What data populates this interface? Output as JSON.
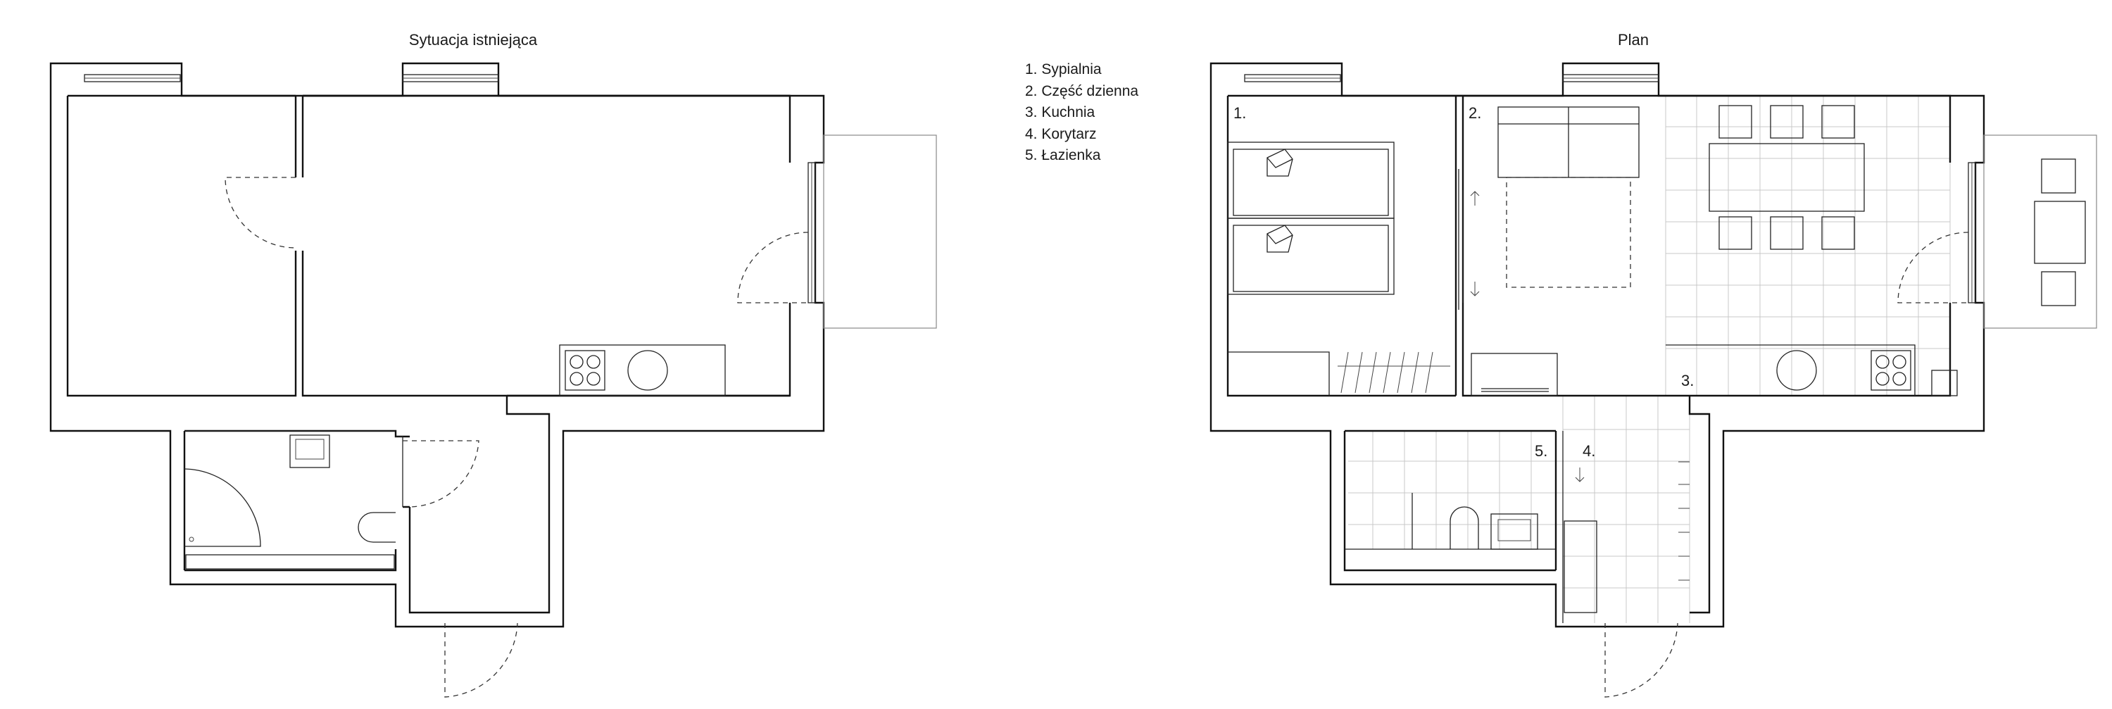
{
  "titles": {
    "existing": "Sytuacja istniejąca",
    "plan": "Plan"
  },
  "legend": [
    "1. Sypialnia",
    "2. Część dzienna",
    "3. Kuchnia",
    "4. Korytarz",
    "5. Łazienka"
  ],
  "room_numbers": {
    "bedroom": "1.",
    "living": "2.",
    "kitchen": "3.",
    "corridor": "4.",
    "bathroom": "5."
  }
}
